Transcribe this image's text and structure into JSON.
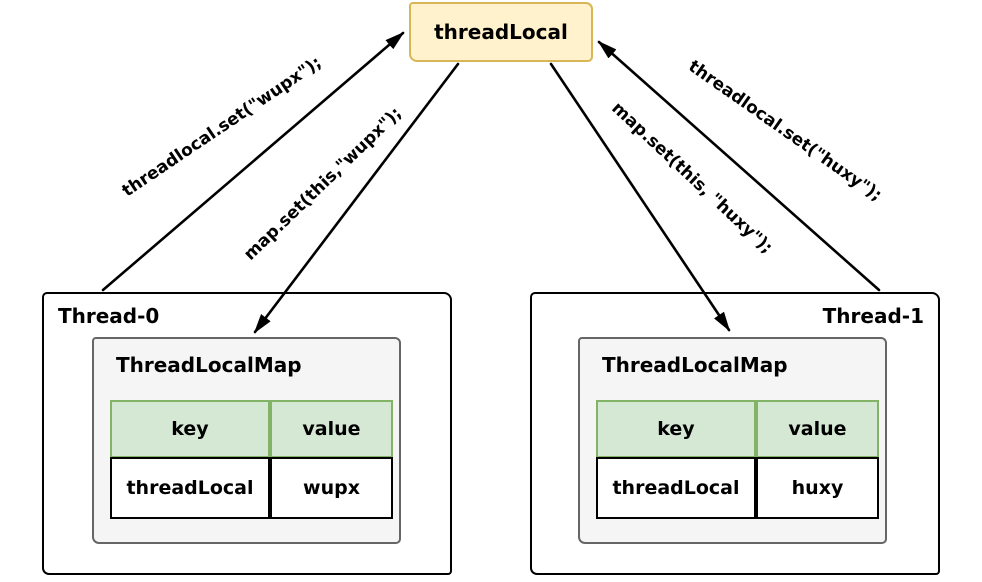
{
  "colors": {
    "top_box_fill": "#FFF2CC",
    "top_box_border": "#D6B656",
    "thread_box_fill": "#FFFFFF",
    "thread_box_border": "#000000",
    "map_box_fill": "#F5F5F5",
    "map_box_border": "#666666",
    "header_fill": "#D5E8D4",
    "header_border": "#82B366",
    "cell_fill": "#FFFFFF",
    "cell_border": "#000000",
    "arrow": "#000000"
  },
  "top_box": {
    "label": "threadLocal"
  },
  "arrows": [
    {
      "name": "threadlocal-set-wupx-arrow",
      "label": "threadlocal.set(\"wupx\");"
    },
    {
      "name": "map-set-wupx-arrow",
      "label": "map.set(this,\"wupx\");"
    },
    {
      "name": "map-set-huxy-arrow",
      "label": "map.set(this, \"huxy\");"
    },
    {
      "name": "threadlocal-set-huxy-arrow",
      "label": "threadlocal.set(\"huxy\");"
    }
  ],
  "threads": [
    {
      "name": "Thread-0",
      "map_title": "ThreadLocalMap",
      "table": {
        "headers": [
          "key",
          "value"
        ],
        "rows": [
          [
            "threadLocal",
            "wupx"
          ]
        ]
      }
    },
    {
      "name": "Thread-1",
      "map_title": "ThreadLocalMap",
      "table": {
        "headers": [
          "key",
          "value"
        ],
        "rows": [
          [
            "threadLocal",
            "huxy"
          ]
        ]
      }
    }
  ]
}
